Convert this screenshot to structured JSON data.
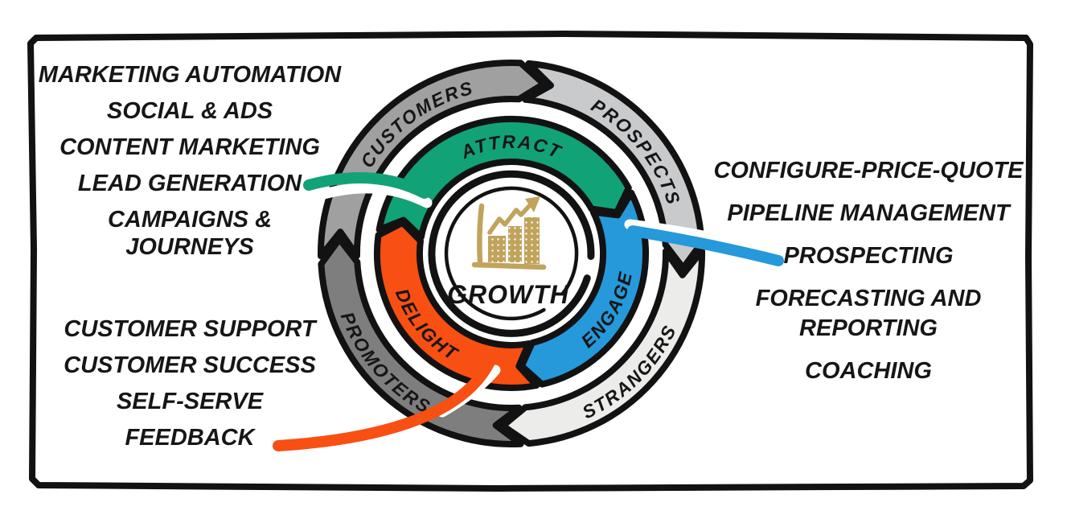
{
  "flywheel": {
    "center": {
      "label": "GROWTH",
      "icon": "growth-chart-icon",
      "icon_color": "#c1a35c"
    },
    "inner_ring": {
      "segments": [
        {
          "label": "ATTRACT",
          "color": "#12a278"
        },
        {
          "label": "ENGAGE",
          "color": "#2599da"
        },
        {
          "label": "DELIGHT",
          "color": "#f84f12"
        }
      ]
    },
    "outer_ring": {
      "segments": [
        {
          "label": "CUSTOMERS",
          "color": "#a0a0a0"
        },
        {
          "label": "PROSPECTS",
          "color": "#c9cacc"
        },
        {
          "label": "STRANGERS",
          "color": "#ececeb"
        },
        {
          "label": "PROMOTERS",
          "color": "#7e7e7e"
        }
      ]
    }
  },
  "annotations": {
    "marketing": {
      "connector_color": "#12a278",
      "items": [
        "MARKETING AUTOMATION",
        "SOCIAL & ADS",
        "CONTENT MARKETING",
        "LEAD GENERATION",
        "CAMPAIGNS & JOURNEYS"
      ]
    },
    "sales": {
      "connector_color": "#2599da",
      "items": [
        "CONFIGURE-PRICE-QUOTE",
        "PIPELINE MANAGEMENT",
        "PROSPECTING",
        "FORECASTING AND REPORTING",
        "COACHING"
      ]
    },
    "service": {
      "connector_color": "#f84f12",
      "items": [
        "CUSTOMER SUPPORT",
        "CUSTOMER SUCCESS",
        "SELF-SERVE",
        "FEEDBACK"
      ]
    }
  }
}
